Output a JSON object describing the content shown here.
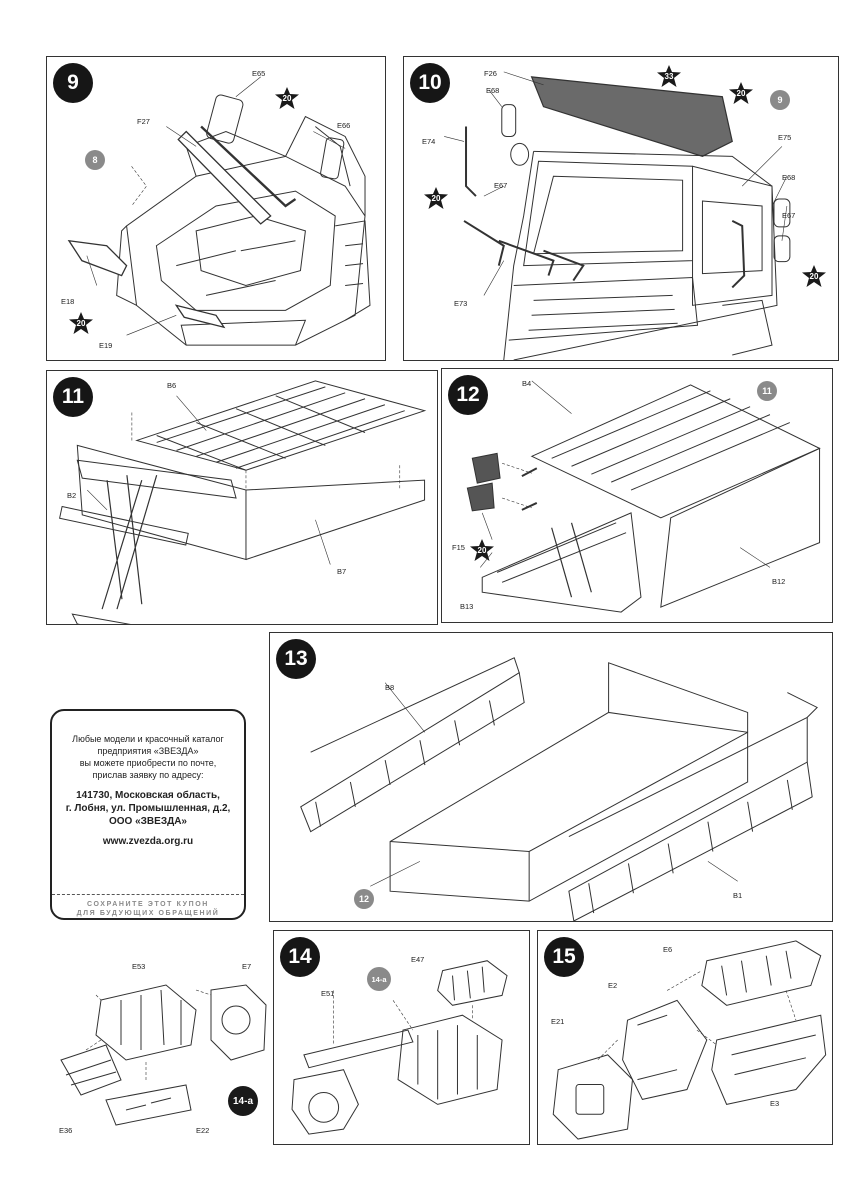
{
  "steps": {
    "s9": "9",
    "s10": "10",
    "s11": "11",
    "s12": "12",
    "s13": "13",
    "s14": "14",
    "s15": "15"
  },
  "parts": {
    "p9": [
      "E65",
      "E66",
      "F27",
      "E18",
      "E19"
    ],
    "p10": [
      "F26",
      "E68",
      "E74",
      "E67",
      "E73",
      "E75",
      "E68",
      "E67"
    ],
    "p11": [
      "B6",
      "B2",
      "B7"
    ],
    "p12": [
      "B4",
      "F15",
      "B13",
      "B12"
    ],
    "p13": [
      "B8",
      "B1"
    ],
    "p14a": [
      "E53",
      "E7",
      "E36",
      "E22"
    ],
    "p14": [
      "E47",
      "E51"
    ],
    "p15": [
      "E6",
      "E2",
      "E21",
      "E3"
    ]
  },
  "refs": {
    "r9": "8",
    "r10": "9",
    "r12": "11",
    "r13": "12",
    "r14": "14-a",
    "badge14a": "14-a"
  },
  "glue": {
    "g20": "20",
    "g33": "33"
  },
  "coupon": {
    "line1": "Любые модели и красочный каталог",
    "line2": "предприятия «ЗВЕЗДА»",
    "line3": "вы можете приобрести по почте,",
    "line4": "прислав заявку по адресу:",
    "addr1": "141730, Московская область,",
    "addr2": "г. Лобня, ул. Промышленная, д.2,",
    "addr3": "ООО «ЗВЕЗДА»",
    "website": "www.zvezda.org.ru",
    "keep1": "СОХРАНИТЕ ЭТОТ КУПОН",
    "keep2": "ДЛЯ БУДУЮЩИХ ОБРАЩЕНИЙ"
  },
  "colors": {
    "ink": "#222222",
    "glue_star": "#1a1a1a",
    "ref_circle": "#8a8a8a",
    "kit_part": "#555555"
  }
}
